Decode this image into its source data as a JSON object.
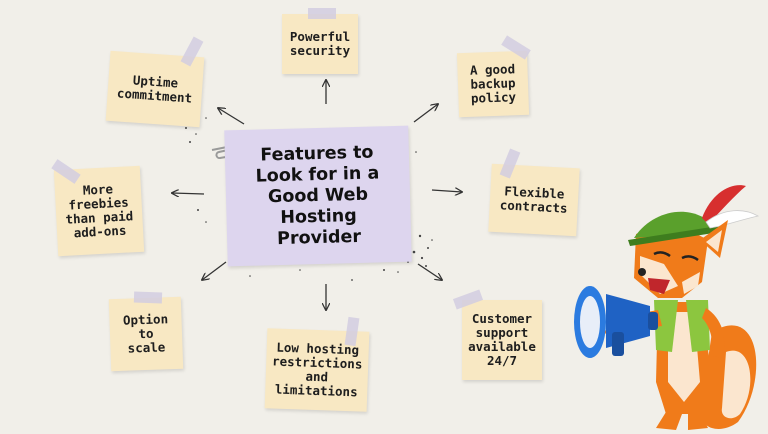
{
  "diagram": {
    "center_title": "Features to\nLook for in a\nGood Web\nHosting\nProvider",
    "features": [
      {
        "id": "security",
        "label": "Powerful\nsecurity"
      },
      {
        "id": "uptime",
        "label": "Uptime\ncommitment"
      },
      {
        "id": "backup",
        "label": "A good\nbackup\npolicy"
      },
      {
        "id": "freebies",
        "label": "More\nfreebies\nthan paid\nadd-ons"
      },
      {
        "id": "contracts",
        "label": "Flexible\ncontracts"
      },
      {
        "id": "scale",
        "label": "Option\nto\nscale"
      },
      {
        "id": "restrictions",
        "label": "Low hosting\nrestrictions\nand\nlimitations"
      },
      {
        "id": "support",
        "label": "Customer\nsupport\navailable\n24/7"
      }
    ],
    "colors": {
      "background": "#f1efe9",
      "note": "#f8e8c3",
      "center_note": "#ddd5ee",
      "tape": "#d2cde1",
      "arrow": "#333333"
    },
    "illustration": {
      "name": "fox-mascot-with-megaphone"
    }
  }
}
